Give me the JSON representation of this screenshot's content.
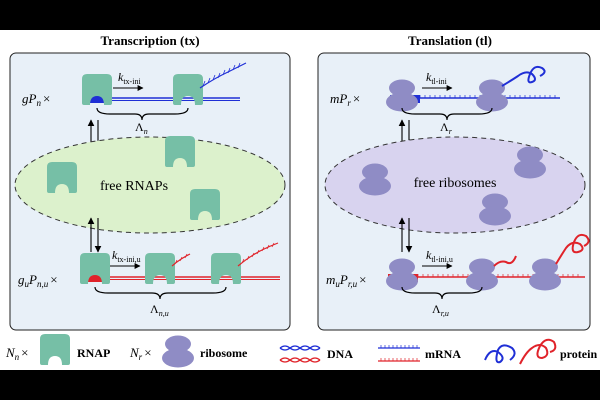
{
  "panels": {
    "transcription": {
      "title": "Transcription (tx)",
      "top_label": {
        "main": "gP",
        "sub": "n",
        "suffix": "×"
      },
      "top_rate": {
        "main": "k",
        "sub": "tx-ini"
      },
      "top_spacing": {
        "main": "Λ",
        "sub": "n"
      },
      "pool_label": "free RNAPs",
      "bottom_label": {
        "main": "g",
        "sub1": "u",
        "main2": "P",
        "sub2": "n,u",
        "suffix": "×"
      },
      "bottom_rate": {
        "main": "k",
        "sub": "tx-ini,u"
      },
      "bottom_spacing": {
        "main": "Λ",
        "sub": "n,u"
      }
    },
    "translation": {
      "title": "Translation (tl)",
      "top_label": {
        "main": "mP",
        "sub": "r",
        "suffix": "×"
      },
      "top_rate": {
        "main": "k",
        "sub": "tl-ini"
      },
      "top_spacing": {
        "main": "Λ",
        "sub": "r"
      },
      "pool_label": "free ribosomes",
      "bottom_label": {
        "main": "m",
        "sub1": "u",
        "main2": "P",
        "sub2": "r,u",
        "suffix": "×"
      },
      "bottom_rate": {
        "main": "k",
        "sub": "tl-ini,u"
      },
      "bottom_spacing": {
        "main": "Λ",
        "sub": "r,u"
      }
    }
  },
  "legend": {
    "rnap_count": {
      "main": "N",
      "sub": "n",
      "suffix": "×"
    },
    "rnap_label": "RNAP",
    "ribosome_count": {
      "main": "N",
      "sub": "r",
      "suffix": "×"
    },
    "ribosome_label": "ribosome",
    "dna_label": "DNA",
    "mrna_label": "mRNA",
    "protein_label": "protein"
  },
  "colors": {
    "rnap": "#76bfa6",
    "ribosome": "#8f8cc5",
    "panel_bg": "#e8f0f8",
    "rnap_pool": "#dcf1cc",
    "ribo_pool": "#d8d3ef",
    "blue": "#1f2fd6",
    "red": "#e0232a"
  }
}
